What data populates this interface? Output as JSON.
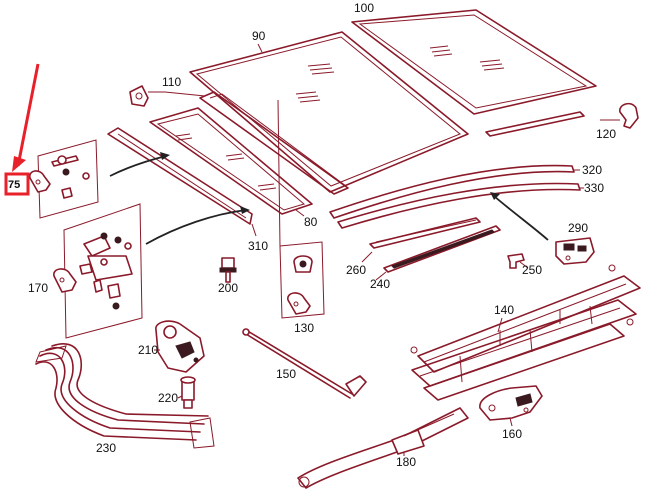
{
  "diagram": {
    "highlight": {
      "label": "75",
      "color": "#e8202a"
    },
    "callouts": {
      "p90": "90",
      "p100": "100",
      "p110": "110",
      "p120": "120",
      "p320": "320",
      "p330": "330",
      "p290": "290",
      "p80": "80",
      "p310": "310",
      "p260": "260",
      "p240": "240",
      "p250": "250",
      "p170": "170",
      "p200": "200",
      "p130": "130",
      "p140": "140",
      "p210": "210",
      "p150": "150",
      "p220": "220",
      "p160": "160",
      "p230": "230",
      "p180": "180"
    },
    "colors": {
      "line": "#8a1a2a",
      "arrow": "#222222"
    }
  }
}
